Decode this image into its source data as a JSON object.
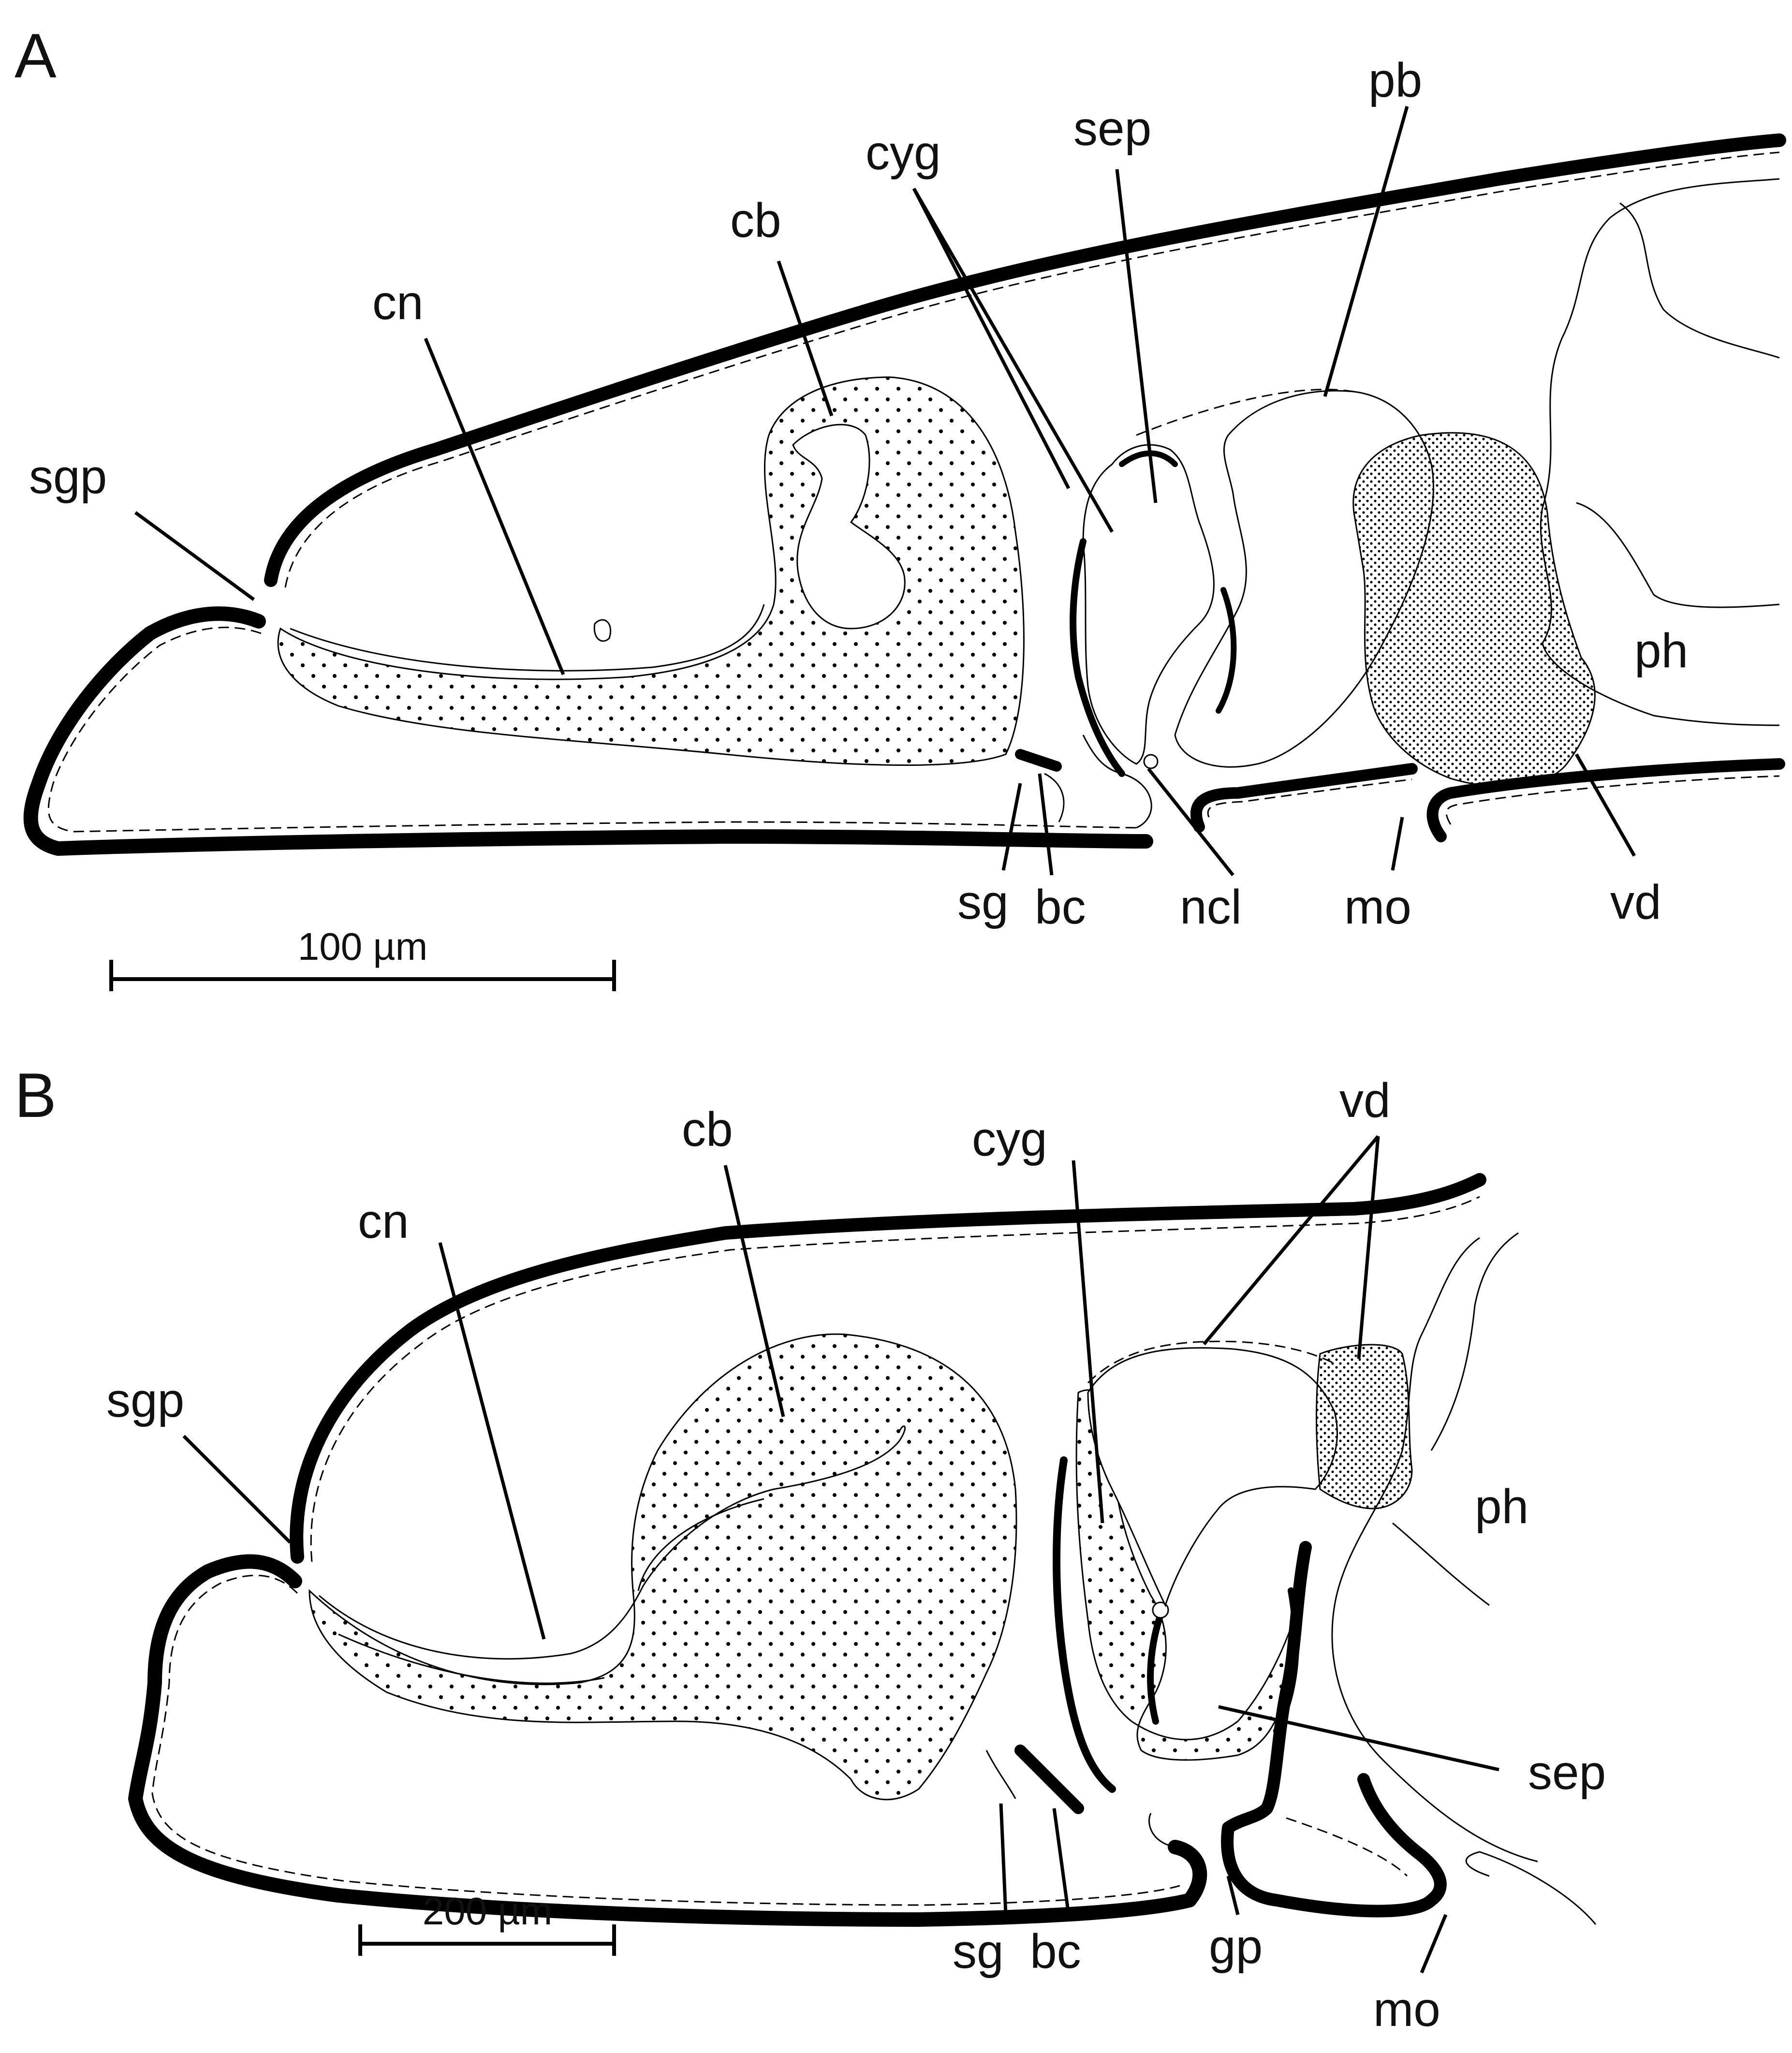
{
  "panels": [
    {
      "letter": "A",
      "scale_bar": "100 µm",
      "labels": {
        "sgp": "sgp",
        "cn": "cn",
        "cb": "cb",
        "cyg": "cyg",
        "sep": "sep",
        "pb": "pb",
        "ph": "ph",
        "sg": "sg",
        "bc": "bc",
        "ncl": "ncl",
        "mo": "mo",
        "vd": "vd"
      }
    },
    {
      "letter": "B",
      "scale_bar": "200 µm",
      "labels": {
        "sgp": "sgp",
        "cn": "cn",
        "cb": "cb",
        "cyg": "cyg",
        "vd": "vd",
        "ph": "ph",
        "sep": "sep",
        "sg": "sg",
        "bc": "bc",
        "gp": "gp",
        "mo": "mo"
      }
    }
  ]
}
